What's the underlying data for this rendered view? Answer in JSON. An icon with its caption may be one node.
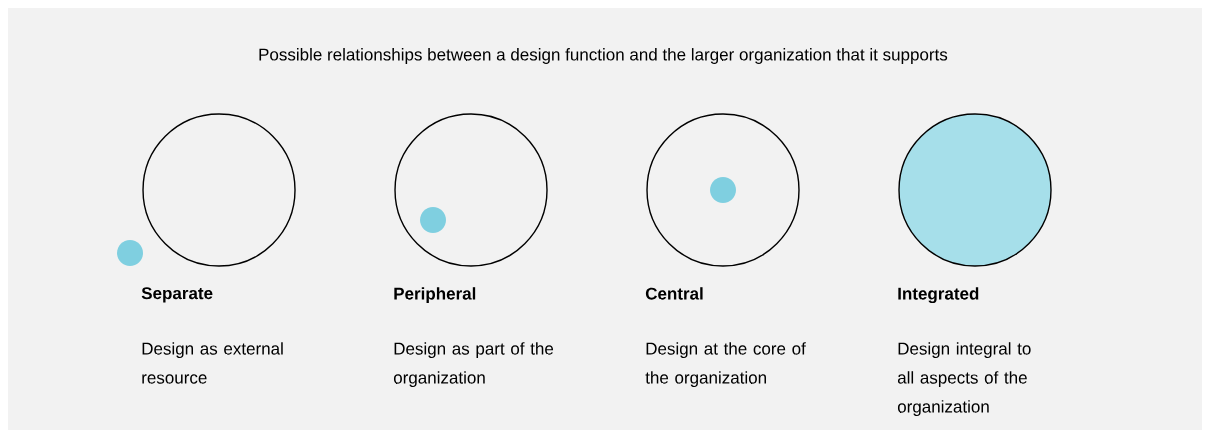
{
  "diagram": {
    "title": "Possible relationships between a design function and the larger organization that it supports",
    "nodes": [
      {
        "text": [
          "Separate",
          "Design as external resource"
        ]
      },
      {
        "text": [],
        "shape": "circle"
      },
      {
        "text": [
          "Peripheral",
          "Design as part of the organization"
        ]
      },
      {
        "text": [],
        "shape": "circle",
        "in": 2
      },
      {
        "text": [
          "Central",
          "Design at the core of the organization"
        ]
      },
      {
        "text": [],
        "shape": "circle",
        "in": 4
      },
      {
        "text": [
          "Integrated",
          "Design integral to all aspects of the organization"
        ]
      }
    ]
  }
}
